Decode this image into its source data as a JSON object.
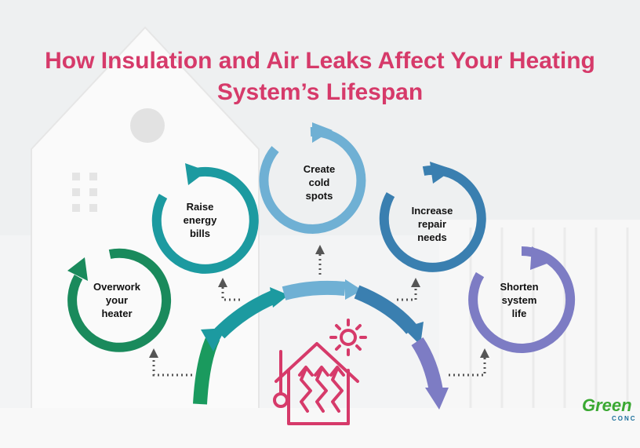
{
  "title_lines": [
    "How Insulation and Air Leaks Affect Your Heating",
    "System’s Lifespan"
  ],
  "steps": [
    {
      "lines": [
        "Overwork",
        "your",
        "heater"
      ],
      "color": "#1a8a5c"
    },
    {
      "lines": [
        "Raise",
        "energy",
        "bills"
      ],
      "color": "#1c9aa0"
    },
    {
      "lines": [
        "Create",
        "cold",
        "spots"
      ],
      "color": "#6fb0d4"
    },
    {
      "lines": [
        "Increase",
        "repair",
        "needs"
      ],
      "color": "#3a7fb0"
    },
    {
      "lines": [
        "Shorten",
        "system",
        "life"
      ],
      "color": "#7d7cc4"
    }
  ],
  "center_icon": "house-heating-thermometer-sun-icon",
  "arc_colors": [
    "#1a9a5e",
    "#1c9aa0",
    "#6fb0d4",
    "#3a7fb0",
    "#7d7cc4"
  ],
  "accent_color": "#d63a6a",
  "logo": {
    "main": "Green",
    "sub": "CONC"
  }
}
